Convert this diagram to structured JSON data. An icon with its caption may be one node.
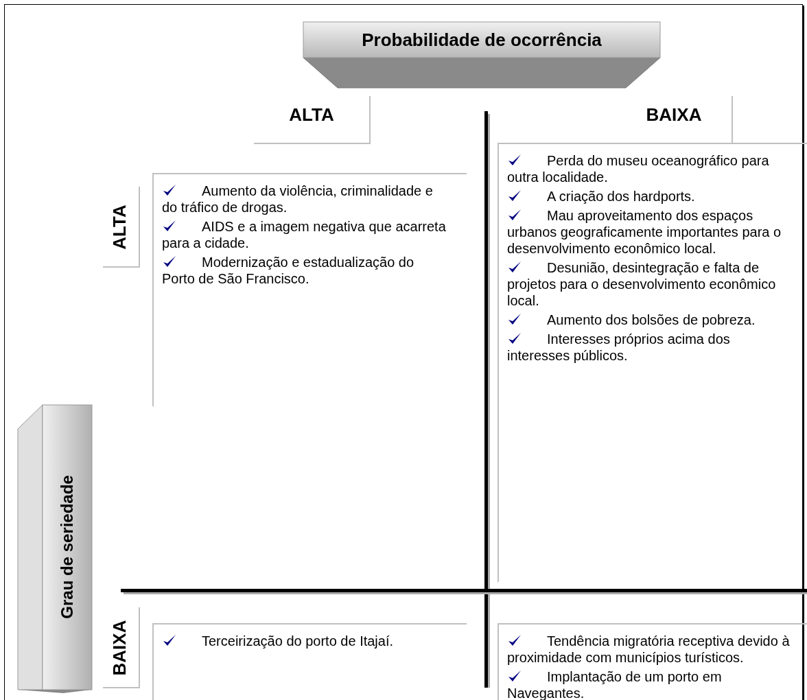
{
  "diagram": {
    "nodes": [
      {
        "text": [
          "Probabilidade de ocorrência"
        ]
      },
      {
        "text": [
          "ALTA"
        ]
      },
      {
        "text": [
          "BAIXA"
        ]
      },
      {
        "text": [
          "Grau de seriedade"
        ]
      },
      {
        "text": [
          "ALTA"
        ]
      },
      {
        "text": [
          "BAIXA"
        ]
      },
      {
        "text": [
          "Aumento da violência, criminalidade e do tráfico de drogas.",
          "AIDS e a imagem negativa que acarreta para a cidade.",
          "Modernização e estadualização do Porto de São Francisco."
        ]
      },
      {
        "text": [
          "Perda do museu oceanográfico para outra localidade.",
          "A criação dos hardports.",
          "Mau aproveitamento dos espaços urbanos geograficamente importantes para o desenvolvimento econômico local.",
          "Desunião, desintegração e falta de projetos para o desenvolvimento econômico local.",
          "Aumento dos bolsões de pobreza.",
          "Interesses próprios acima dos interesses públicos."
        ]
      },
      {
        "text": [
          "Terceirização do porto de Itajaí."
        ]
      },
      {
        "text": [
          "Tendência migratória receptiva devido à proximidade com municípios turísticos.",
          "Implantação de um porto em Navegantes."
        ]
      }
    ]
  }
}
